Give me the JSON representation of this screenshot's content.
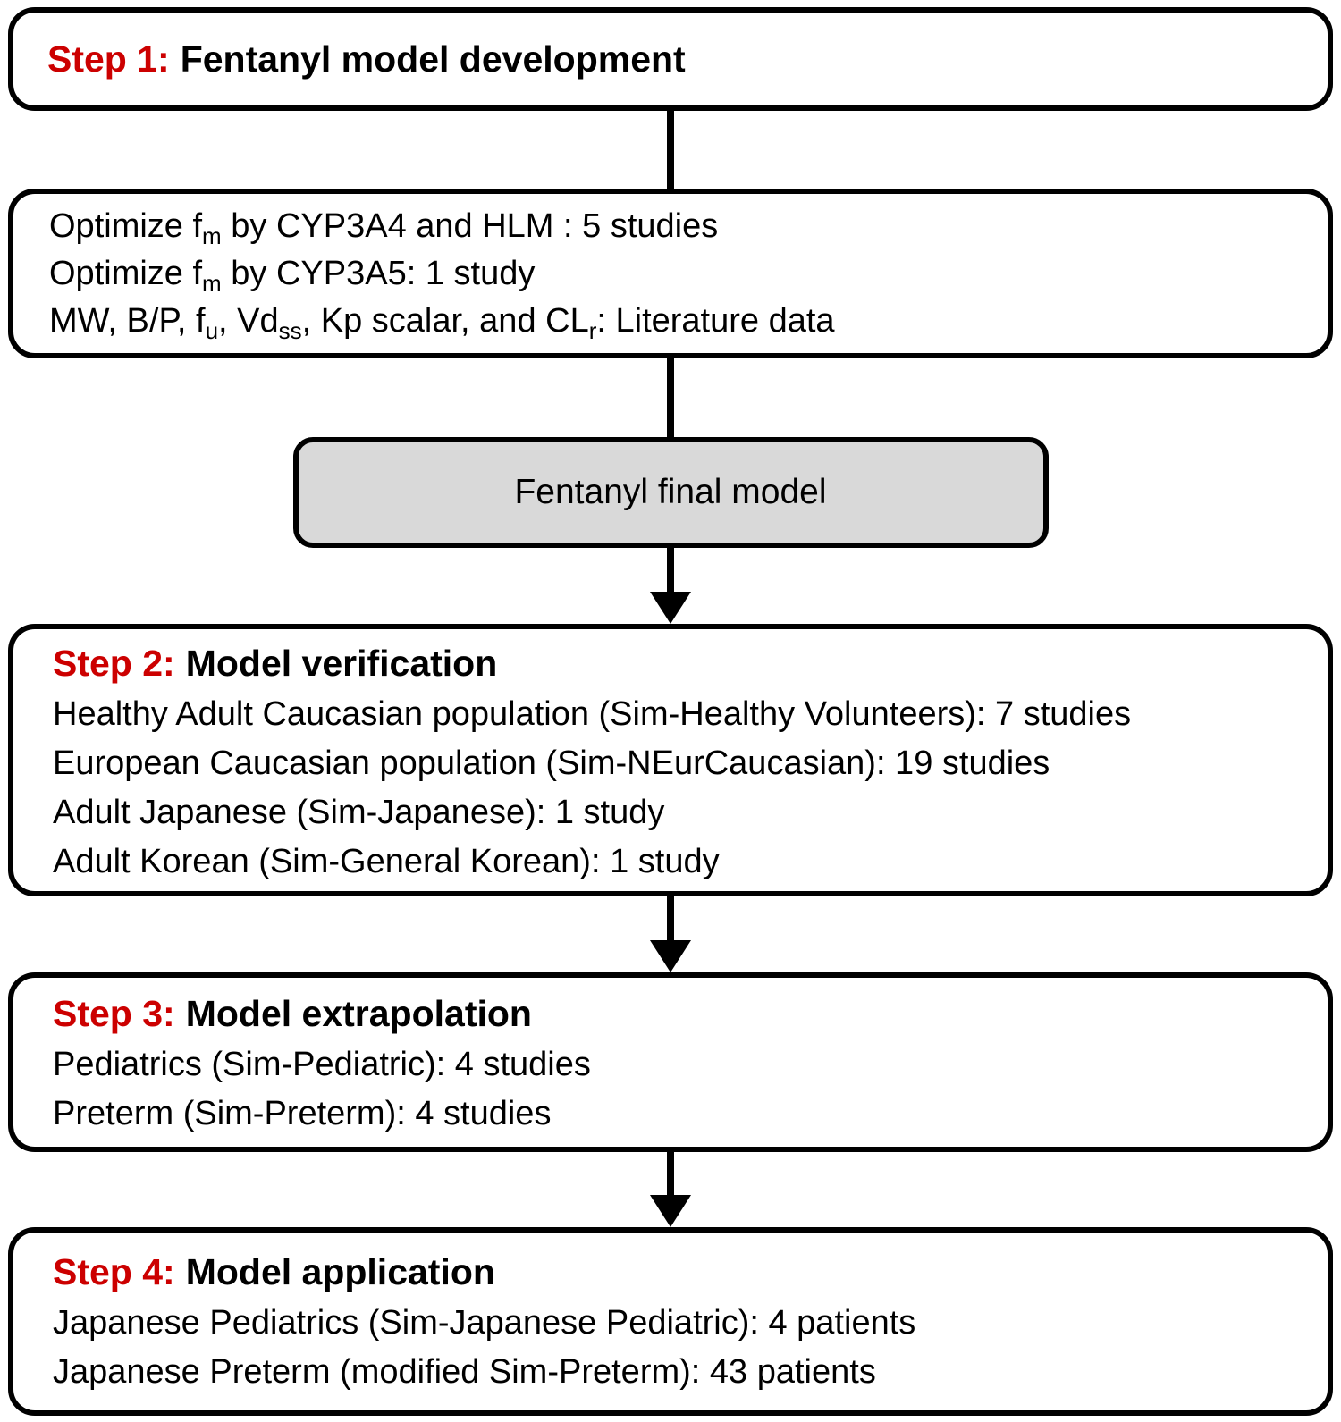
{
  "colors": {
    "step_label_red": "#cc0000",
    "final_model_fill": "#d9d9d9",
    "border_black": "#000000"
  },
  "step1_box": {
    "step_label": "Step 1:",
    "title": "Fentanyl model development"
  },
  "model_inputs_box": {
    "line1": {
      "p1": "Optimize f",
      "sub1": "m",
      "p2": " by CYP3A4 and HLM : 5 studies"
    },
    "line2": {
      "p1": "Optimize f",
      "sub1": "m",
      "p2": " by CYP3A5: 1 study"
    },
    "line3": {
      "p1": "MW, B/P, f",
      "sub1": "u",
      "p2": ", Vd",
      "sub2": "ss",
      "p3": ", Kp scalar, and CL",
      "sub3": "r",
      "p4": ": Literature data"
    }
  },
  "final_model_box": {
    "label": "Fentanyl final model"
  },
  "step2_box": {
    "step_label": "Step 2:",
    "title": "Model verification",
    "lines": [
      "Healthy Adult Caucasian population (Sim-Healthy Volunteers): 7 studies",
      "European Caucasian population (Sim-NEurCaucasian): 19 studies",
      "Adult Japanese (Sim-Japanese): 1 study",
      "Adult Korean (Sim-General Korean): 1 study"
    ]
  },
  "step3_box": {
    "step_label": "Step 3:",
    "title": "Model extrapolation",
    "lines": [
      "Pediatrics (Sim-Pediatric): 4 studies",
      "Preterm (Sim-Preterm): 4 studies"
    ]
  },
  "step4_box": {
    "step_label": "Step 4:",
    "title": "Model application",
    "lines": [
      "Japanese Pediatrics (Sim-Japanese Pediatric): 4 patients",
      "Japanese Preterm (modified Sim-Preterm): 43 patients"
    ]
  }
}
